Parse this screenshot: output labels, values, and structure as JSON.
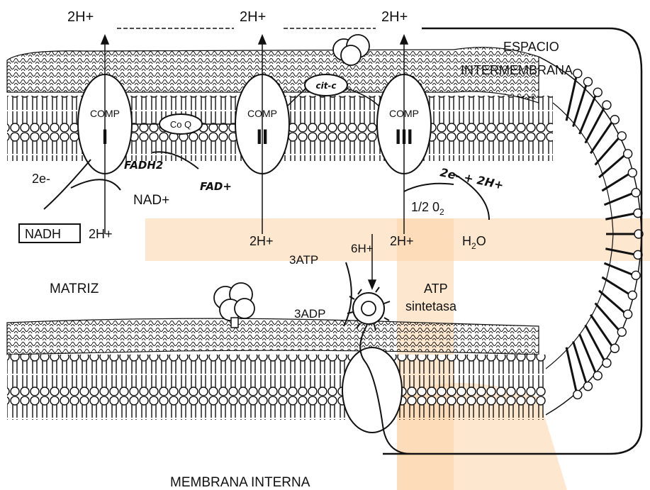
{
  "colors": {
    "watermark": "#fbd3a8",
    "ink": "#111111",
    "background": "#ffffff"
  },
  "labels": {
    "h_top_1": "2H+",
    "h_top_2": "2H+",
    "h_top_3": "2H+",
    "espacio": "ESPACIO",
    "intermembrana": "INTERMEMBRANA",
    "comp": "COMP",
    "comp1_numeral": "I",
    "comp2_numeral": "II",
    "comp3_numeral": "III",
    "coq": "Co Q",
    "cit_c": "cit-c",
    "fadh2": "FADH2",
    "fad": "FAD+",
    "two_e_left": "2e-",
    "nad": "NAD+",
    "nadh": "NADH",
    "h_bottom_1": "2H+",
    "h_bottom_2": "2H+",
    "h_bottom_3": "2H+",
    "two_e_right": "2e- + 2H+",
    "half_o2": "1/2 0",
    "half_o2_sub": "2",
    "h2o": "H",
    "h2o_sub": "2",
    "h2o_end": "O",
    "three_atp": "3ATP",
    "six_h": "6H+",
    "three_adp": "3ADP",
    "atp": "ATP",
    "sintetasa": "sintetasa",
    "matriz": "MATRIZ",
    "membrana_interna": "MEMBRANA INTERNA"
  }
}
